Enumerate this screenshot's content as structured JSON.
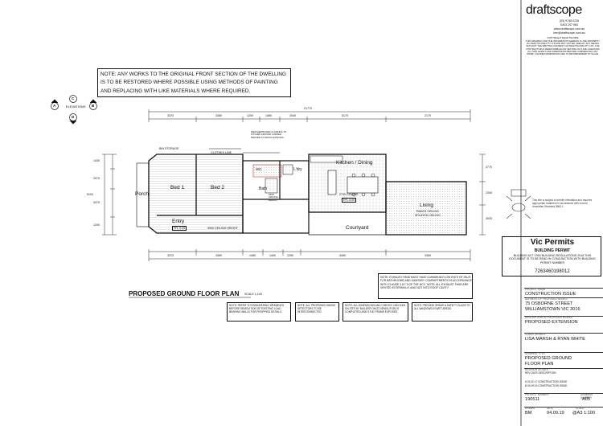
{
  "brand": {
    "logo_text": "draftscope",
    "phone1": "(03) 9748 0226",
    "phone2": "0403 247 983",
    "website": "www.draftscope.com.au",
    "email": "ben@draftscope.com.au",
    "copyright_title": "COPYRIGHT DRAFTSCOPE",
    "copyright_body": "THIS DRAWING AND THE INFORMATION HEREON IS THE PROPERTY OF DRAFTSCOPE PTY LTD AND MAY NOT BE USED BY ANY MEANS WITHOUT THE WRITTEN CONSENT OF DRAFTSCOPE PTY LTD. THE CONTRACTOR IS RESPONSIBLE FOR SETTING OUT AND CHECKING ALL SITE LEVELS AND DIMENSIONS BEFORE COMMENCING ANY WORK. FIGURED DIMENSIONS ARE TO BE PREFERRED TO SCALE."
  },
  "notes": {
    "main_note": "NOTE:  ANY WORKS TO THE ORIGINAL FRONT SECTION OF THE DWELLING IS TO BE RESTORED WHERE POSSIBLE USING METHODS OF PAINTING AND REPLACING WITH LIKE MATERIALS WHERE REQUIRED.",
    "exhaust_note": "NOTE: EXHAUST FANS MUST HAVE A MINIMUM FLOW RATE OF 25L/S FOR BATHROOMS AND SANITARY COMPARTMENTS IN ACCORDANCE WITH CLAUSE 3.8.7.3 OF THE NCC. NOTE: ALL EXHAUST FANS ARE VENTED EXTERNALLY AND NOT INTO ROOF CAVITY",
    "note_boxes": [
      "NOTE: REFER TO ENGINEERING DRAWINGS BEFORE DEMOLITION OF EXISTING LOAD BEARING WALLS FOR PROPPING DETAILS",
      "NOTE: ALL PROPOSED SMOKE DETECTORS TO BE INTERCONNECTED",
      "NOTE: ALL DIMENSIONS AND CHECKS CHECKED ON SITE BY BUILDER ONCE DEMOLITION IS COMPLETED AND STUD FRAME EXPOSED",
      "NOTE: PROVIDE GRADE A SAFETY GLASS TO ALL WINDOWS IN WET AREAS"
    ],
    "termite_note": "This site is subject to termite infestation and requires appropriate treatment in accordance with current Australian Standard 3660.1"
  },
  "drawing": {
    "title": "PROPOSED GROUND FLOOR PLAN",
    "scale": "SCALE 1:100",
    "elevations_label": "ELEVATIONS",
    "elev_markers": [
      "A",
      "B",
      "C",
      "D"
    ],
    "overall_dim": "21770",
    "top_dims": [
      "3370",
      "3380",
      "1200",
      "1460",
      "2040",
      "5170",
      "2170"
    ],
    "bottom_dims": [
      "3370",
      "3380",
      "1490",
      "1400",
      "1290",
      "3450",
      "3390"
    ],
    "left_dims": [
      "1430",
      "2070",
      "3470",
      "8100",
      "1200"
    ],
    "right_dims": [
      "2770",
      "2340",
      "3020"
    ],
    "rooms": {
      "porch": "Porch",
      "bed1": "Bed 1",
      "bed2": "Bed 2",
      "bath": "Bath",
      "entry": "Entry",
      "entry_ffl": "FFL 0.00",
      "wc": "WC",
      "l_dry": "L'dry",
      "kitchen": "Kitchen / Dining",
      "living": "Living",
      "courtyard": "Courtyard"
    },
    "annotations": {
      "bin_storage": "BIN STORAGE",
      "clothes_line": "CLOTHES LINE",
      "weatherboard": "WEATHER BOARD CLADDING TO KITCHEN AROUND CORNER PAINTED TO MATCH EXISTING",
      "ceiling_kitchen": "2700 CEILING",
      "ceiling_kitchen2": "FFL 0.00",
      "ceiling_living": "RAKED CEILING",
      "ceiling_living2": "SPLAYED CEILING",
      "bath_ceiling": "2400 CEILING HEIGHT",
      "entry_ceiling": "3000 CEILING HEIGHT"
    }
  },
  "permit": {
    "stamp_title": "Vic Permits",
    "stamp_sub": "BUILDING PERMIT",
    "stamp_body": "BUILDING ACT 1993 BUILDING REGULATIONS 2018 THIS DOCUMENT IS TO BE READ IN CONJUNCTION WITH BUILDING PERMIT NUMBER",
    "number": "7263460198012"
  },
  "title_block": {
    "issue_caption": "PROJECT ISSUE",
    "issue": "CONSTRUCTION ISSUE",
    "address_caption": "ADDRESS OF PROPOSED WORKS",
    "address1": "75 OSBORNE STREET",
    "address2": "WILLIAMSTOWN VIC 3016",
    "description_caption": "DESCRIPTION OF PROPOSED WORKS",
    "description": "PROPOSED EXTENSION",
    "client_caption": "CLIENT DETAILS",
    "client": "LISA MARSH & RYAN WHITE",
    "drawing_caption": "DRAWING TITLE",
    "drawing_title1": "PROPOSED GROUND",
    "drawing_title2": "FLOOR PLAN",
    "revision_caption": "REVISION DETAILS",
    "revision_header": "REV   DATE      DESCRIPTION",
    "revisions": [
      "A     21.02.17     CONSTRUCTION ISSUE",
      "B     04.09.19     CONSTRUCTION ISSUE"
    ],
    "project_number_caption": "PROJECT NUMBER",
    "project_number": "190511",
    "drawing_number_caption": "DRAWING NUMBER",
    "drawing_number": "A05",
    "drawn_caption": "DRAWN",
    "drawn": "BM",
    "date_caption": "DATE",
    "date": "04.09.19",
    "scale_caption": "SCALE",
    "scale": "@A3 1:100"
  }
}
